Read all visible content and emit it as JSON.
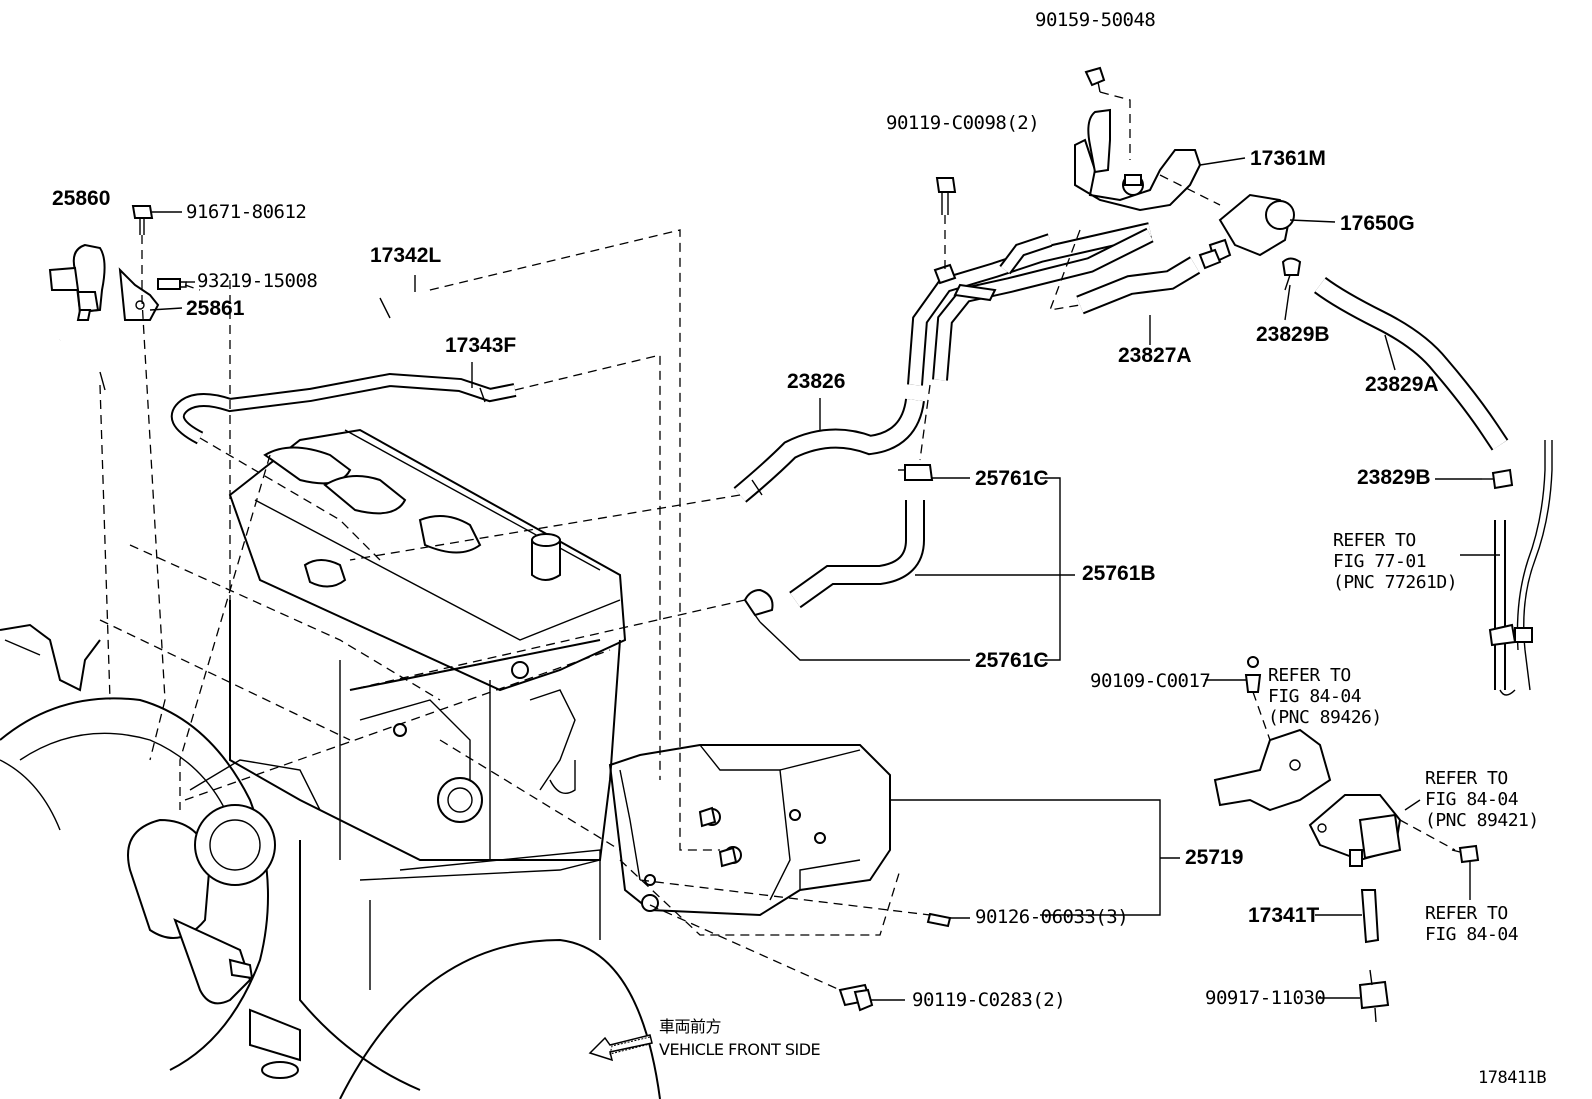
{
  "labels": {
    "p90159_50048": "90159-50048",
    "p90119_c0098": "90119-C0098(2)",
    "p17361m": "17361M",
    "p17650g": "17650G",
    "p25860": "25860",
    "p91671_80612": "91671-80612",
    "p93219_15008": "93219-15008",
    "p25861": "25861",
    "p17342l": "17342L",
    "p17343f": "17343F",
    "p23826": "23826",
    "p23827a": "23827A",
    "p23829b_top": "23829B",
    "p23829a": "23829A",
    "p23829b_right": "23829B",
    "p25761c_top": "25761C",
    "p25761b": "25761B",
    "p25761c_bottom": "25761C",
    "p90109_c0017": "90109-C0017",
    "p25719": "25719",
    "p90126_06033": "90126-06033(3)",
    "p17341t": "17341T",
    "p90917_11030": "90917-11030",
    "p90119_c0283": "90119-C0283(2)"
  },
  "refs": {
    "fig77": "REFER TO\nFIG 77-01\n(PNC 77261D)",
    "fig84_a": "REFER TO\nFIG 84-04\n(PNC 89426)",
    "fig84_b": "REFER TO\nFIG 84-04\n(PNC 89421)",
    "fig84_c": "REFER TO\nFIG 84-04"
  },
  "direction": {
    "japanese": "車両前方",
    "english": "VEHICLE FRONT SIDE"
  },
  "diagram_id": "178411B"
}
